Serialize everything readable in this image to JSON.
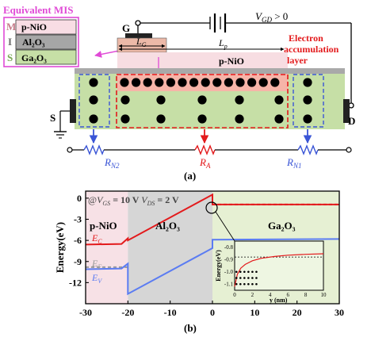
{
  "panel_a": {
    "equivalent_mis_title": "Equivalent MIS",
    "mis_layers": [
      {
        "letter": "M",
        "material": "p-NiO",
        "letter_color": "#c67b8a",
        "fill": "#f8dde4"
      },
      {
        "letter": "I",
        "material": "Al₂O₃",
        "letter_color": "#6b6b6b",
        "fill": "#a6a6a6"
      },
      {
        "letter": "S",
        "material": "Ga₂O₃",
        "letter_color": "#7aa855",
        "fill": "#c6dfa6"
      }
    ],
    "gate_label": "G",
    "lg_label": "L",
    "lg_sub": "G",
    "lp_label": "L",
    "lp_sub": "p",
    "vgd_label": "V",
    "vgd_sub": "GD",
    "vgd_rest": " > 0",
    "pnio_label": "p-NiO",
    "electron_label_lines": [
      "Electron",
      "accumulation",
      "layer"
    ],
    "source_label": "S",
    "drain_label": "D",
    "resistors": [
      {
        "main": "R",
        "sub": "N2",
        "color": "#3a55d6"
      },
      {
        "main": "R",
        "sub": "A",
        "color": "#e31a1c"
      },
      {
        "main": "R",
        "sub": "N1",
        "color": "#3a55d6"
      }
    ],
    "caption": "(a)"
  },
  "panel_b": {
    "caption": "(b)",
    "annotation": {
      "prefix": "@",
      "v1": "V",
      "v1_sub": "GS",
      "v1_val": " = 10 V ",
      "v2": "V",
      "v2_sub": "DS",
      "v2_val": " = 2 V"
    },
    "regions": [
      {
        "name": "p-NiO",
        "x_from": -30,
        "x_to": -20,
        "fill": "#f7e1e6"
      },
      {
        "name": "Al₂O₃",
        "x_from": -20,
        "x_to": 0,
        "fill": "#d6d6d6"
      },
      {
        "name": "Ga₂O₃",
        "x_from": 0,
        "x_to": 30,
        "fill": "#e6f0d3"
      }
    ],
    "band_labels": {
      "ec": "E",
      "ec_sub": "C",
      "ef": "E",
      "ef_sub": "F",
      "ev": "E",
      "ev_sub": "V"
    },
    "inset": {
      "ylabel": "Energy(eV)",
      "xlabel": "y (nm)",
      "yticks": [
        "-0.8",
        "-0.9",
        "-1.0",
        "-1.1"
      ],
      "xticks": [
        "0",
        "2",
        "4",
        "6",
        "8",
        "10"
      ]
    }
  },
  "chart_data": {
    "type": "line",
    "xlabel": "",
    "ylabel": "Energy(eV)",
    "xlim": [
      -30,
      30
    ],
    "ylim": [
      -15,
      1
    ],
    "xticks": [
      -30,
      -20,
      -10,
      0,
      10,
      20,
      30
    ],
    "yticks": [
      0,
      -3,
      -6,
      -9,
      -12
    ],
    "series": [
      {
        "name": "E_C",
        "color": "#e31a1c",
        "dash": false,
        "x": [
          -30,
          -21.5,
          -20,
          -20,
          0,
          0,
          30
        ],
        "y": [
          -6.6,
          -6.5,
          -5.7,
          -6.0,
          0.5,
          -0.9,
          -0.9
        ]
      },
      {
        "name": "E_F",
        "color": "#e31a1c",
        "dash": true,
        "x": [
          0,
          30
        ],
        "y": [
          -0.9,
          -0.9
        ]
      },
      {
        "name": "E_F",
        "color": "#999999",
        "dash": true,
        "x": [
          -30,
          -20
        ],
        "y": [
          -9.8,
          -9.8
        ]
      },
      {
        "name": "E_V",
        "color": "#5b7cf2",
        "dash": false,
        "x": [
          -30,
          -21.5,
          -20,
          -20,
          0,
          0,
          30
        ],
        "y": [
          -10.1,
          -10.0,
          -9.3,
          -13.6,
          -7.1,
          -5.9,
          -5.8
        ]
      }
    ],
    "inset_data": {
      "xlim": [
        0,
        10
      ],
      "ylim": [
        -1.15,
        -0.75
      ],
      "curve": {
        "x": [
          0,
          0.3,
          0.7,
          1.2,
          2,
          3,
          4.5,
          6,
          8,
          10
        ],
        "y": [
          -1.12,
          -1.02,
          -0.97,
          -0.94,
          -0.91,
          -0.89,
          -0.875,
          -0.865,
          -0.858,
          -0.853
        ]
      },
      "fermi": -0.88
    }
  }
}
